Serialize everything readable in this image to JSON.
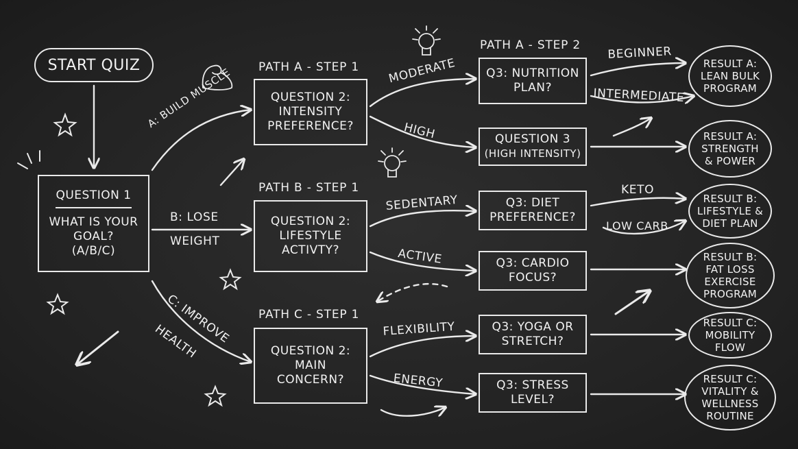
{
  "start": {
    "label": "START QUIZ"
  },
  "question1": {
    "title": "QUESTION 1",
    "lines": [
      "WHAT IS YOUR",
      "GOAL?",
      "(A/B/C)"
    ]
  },
  "branches": {
    "a": "A: BUILD MUSCLE",
    "b": [
      "B: LOSE",
      "WEIGHT"
    ],
    "c": [
      "C: IMPROVE",
      "HEALTH"
    ]
  },
  "paths": {
    "a_step1": "PATH A - STEP 1",
    "a_step2": "PATH A - STEP 2",
    "b_step1": "PATH B - STEP 1",
    "c_step1": "PATH C - STEP 1"
  },
  "question2": {
    "a": [
      "QUESTION 2:",
      "INTENSITY",
      "PREFERENCE?"
    ],
    "b": [
      "QUESTION 2:",
      "LIFESTYLE",
      "ACTIVTY?"
    ],
    "c": [
      "QUESTION 2:",
      "MAIN",
      "CONCERN?"
    ]
  },
  "options": {
    "moderate": "MODERATE",
    "high": "HIGH",
    "sedentary": "SEDENTARY",
    "active": "ACTIVE",
    "flexibility": "FLEXIBILITY",
    "energy": "ENERGY",
    "beginner": "BEGINNER",
    "intermediate": "INTERMEDIATE",
    "keto": "KETO",
    "low_carb": "LOW CARB"
  },
  "question3": {
    "nutrition": [
      "Q3: NUTRITION",
      "PLAN?"
    ],
    "high_intensity": [
      "QUESTION 3",
      "(HIGH INTENSITY)"
    ],
    "diet": [
      "Q3: DIET",
      "PREFERENCE?"
    ],
    "cardio": [
      "Q3: CARDIO",
      "FOCUS?"
    ],
    "yoga": [
      "Q3: YOGA OR",
      "STRETCH?"
    ],
    "stress": [
      "Q3: STRESS",
      "LEVEL?"
    ]
  },
  "results": {
    "a1": [
      "RESULT A:",
      "LEAN BULK",
      "PROGRAM"
    ],
    "a2": [
      "RESULT A:",
      "STRENGTH",
      "& POWER"
    ],
    "b1": [
      "RESULT B:",
      "LIFESTYLE &",
      "DIET PLAN"
    ],
    "b2": [
      "RESULT B:",
      "FAT LOSS",
      "EXERCISE",
      "PROGRAM"
    ],
    "c1": [
      "RESULT C:",
      "MOBILITY",
      "FLOW"
    ],
    "c2": [
      "RESULT C:",
      "VITALITY &",
      "WELLNESS",
      "ROUTINE"
    ]
  },
  "icons": [
    "flexed-arm-icon",
    "lightbulb-icon",
    "star-icon",
    "arrow-icon"
  ],
  "colors": {
    "board": "#252525",
    "chalk": "#eaeaea"
  }
}
